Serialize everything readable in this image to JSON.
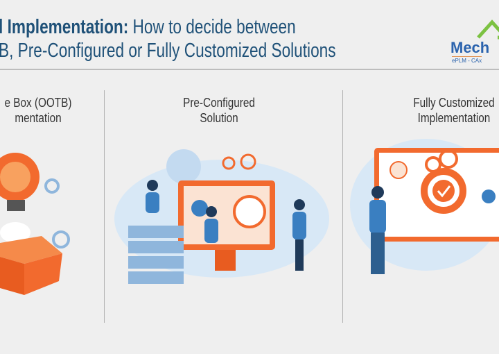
{
  "header": {
    "title_bold": "l Implementation:",
    "title_rest": " How to decide between",
    "title_line2": "B, Pre-Configured or Fully Customized Solutions",
    "logo_word": "Mech",
    "logo_tagline": "ePLM - CAx"
  },
  "columns": [
    {
      "line1": "e Box (OOTB)",
      "line2": "mentation"
    },
    {
      "line1": "Pre-Configured",
      "line2": "Solution"
    },
    {
      "line1": "Fully Customized",
      "line2": "Implementation"
    }
  ],
  "colors": {
    "title": "#1f5178",
    "accent_orange": "#f26a2e",
    "accent_blue": "#3a7fc1",
    "logo_green": "#7cc242"
  }
}
